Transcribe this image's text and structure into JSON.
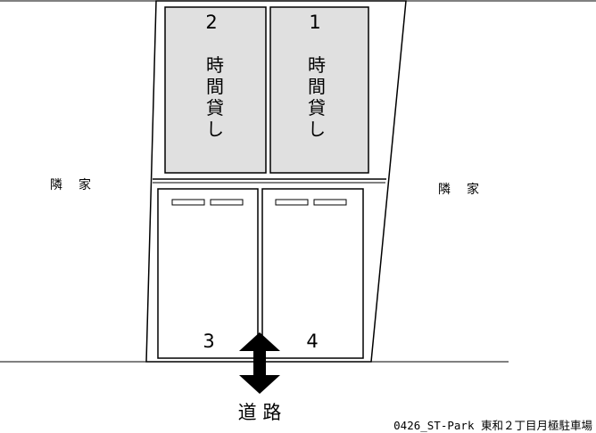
{
  "lot": {
    "caption": "0426_ST-Park 東和２丁目月極駐車場",
    "road_label": "道 路",
    "neighbor_left": "隣　家",
    "neighbor_right": "隣　家",
    "spaces": [
      {
        "number": "2",
        "type": "時間貸し",
        "type_chars": [
          "時",
          "間",
          "貸",
          "し"
        ],
        "fill": "#e0e0e0"
      },
      {
        "number": "1",
        "type": "時間貸し",
        "type_chars": [
          "時",
          "間",
          "貸",
          "し"
        ],
        "fill": "#e0e0e0"
      },
      {
        "number": "3",
        "fill": "#ffffff"
      },
      {
        "number": "4",
        "fill": "#ffffff"
      }
    ],
    "colors": {
      "line": "#000000",
      "hourly_fill": "#e0e0e0",
      "monthly_fill": "#ffffff"
    },
    "icons": {
      "road_entrance": "double-arrow-vertical-icon",
      "wheel_stop": "wheel-stop-icon"
    }
  }
}
